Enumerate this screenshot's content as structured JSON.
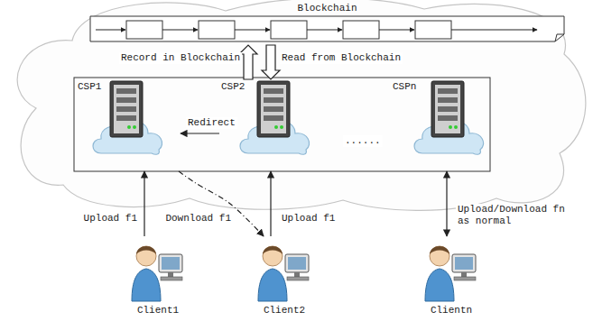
{
  "diagram": {
    "nodes": [
      {
        "text": [
          "Blockchain"
        ]
      },
      {
        "text": [
          "CSP1"
        ]
      },
      {
        "text": [
          "CSP2"
        ]
      },
      {
        "text": [
          "CSPn"
        ]
      },
      {
        "text": [
          "Client1"
        ]
      },
      {
        "text": [
          "Client2"
        ]
      },
      {
        "text": [
          "Clientn"
        ]
      }
    ],
    "edges": [
      {
        "from": 2,
        "to": 0,
        "arrow": "to",
        "label": "Record in Blockchain"
      },
      {
        "from": 0,
        "to": 2,
        "arrow": "to",
        "label": "Read from Blockchain"
      },
      {
        "from": 2,
        "to": 1,
        "arrow": "to",
        "label": "Redirect"
      },
      {
        "from": 4,
        "to": 1,
        "arrow": "to",
        "label": "Upload f1"
      },
      {
        "from": 1,
        "to": 5,
        "arrow": "to",
        "label": "Download f1"
      },
      {
        "from": 5,
        "to": 2,
        "arrow": "to",
        "label": "Upload f1"
      },
      {
        "from": 6,
        "to": 3,
        "arrow": "both",
        "label": "Upload/Download fn as normal"
      }
    ],
    "labels": [
      "......"
    ]
  }
}
